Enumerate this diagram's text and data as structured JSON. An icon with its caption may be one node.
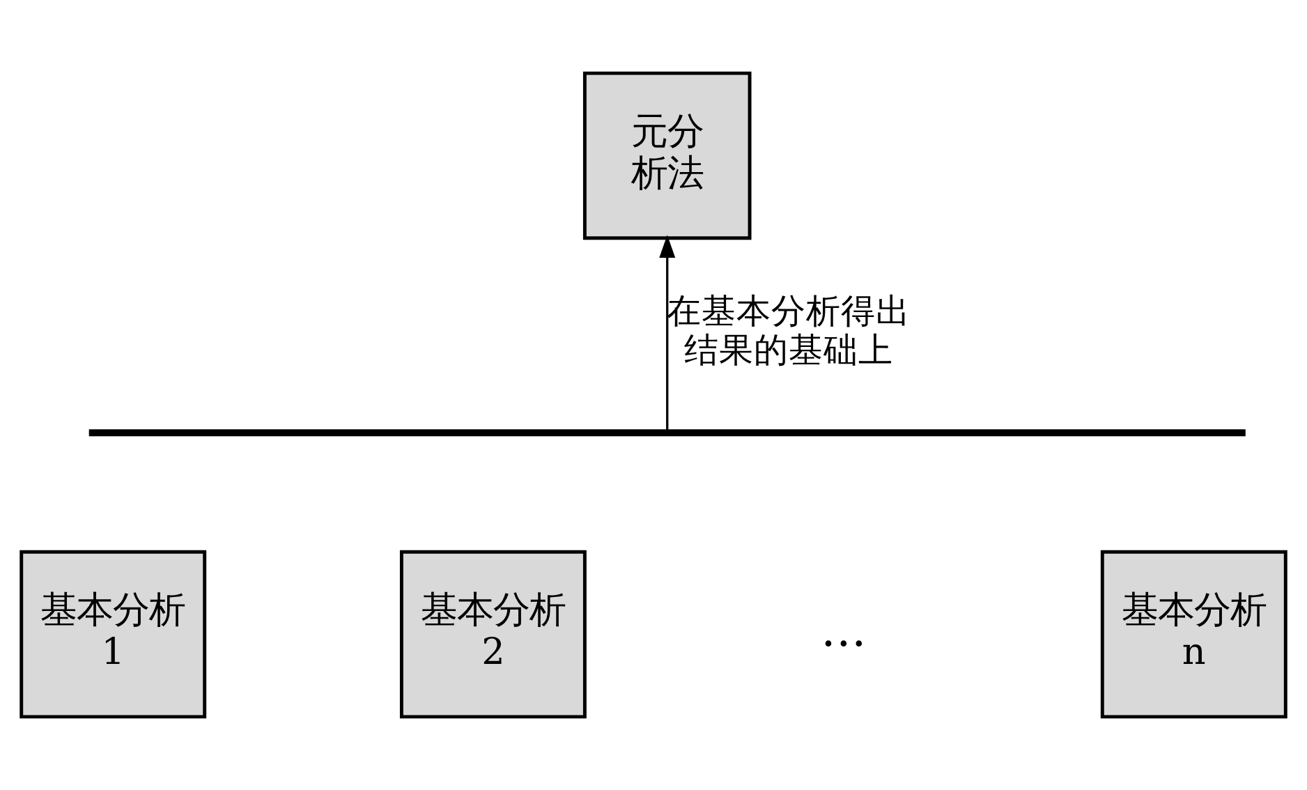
{
  "diagram": {
    "nodes": [
      {
        "text": [
          "元分析法"
        ]
      },
      {
        "text": [],
        "shape": "bar"
      },
      {
        "text": [
          "基本分析 1"
        ]
      },
      {
        "text": [
          "基本分析 2"
        ]
      },
      {
        "text": [
          "基本分析 n"
        ]
      }
    ],
    "edges": [
      {
        "from": 1,
        "to": 0,
        "arrow": "to",
        "label": "在基本分析得出结果的基础上"
      }
    ],
    "labels": [
      "…"
    ]
  }
}
